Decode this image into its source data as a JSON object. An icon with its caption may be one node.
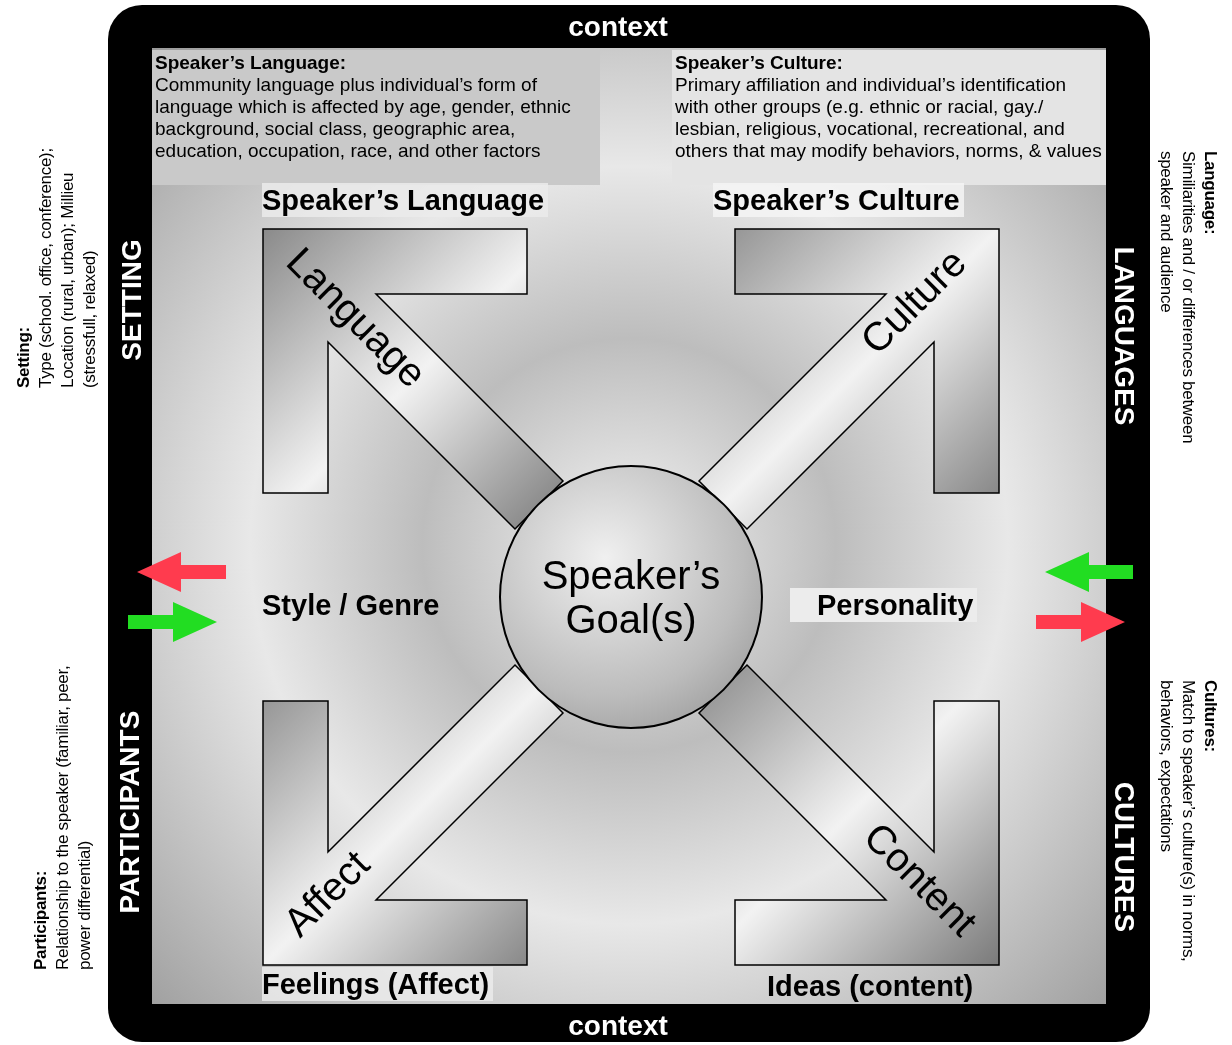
{
  "diagram": {
    "nodes": [
      {
        "text": [
          "context",
          "SETTING",
          "PARTICIPANTS",
          "LANGUAGES",
          "CULTURES",
          "context"
        ]
      },
      {
        "text": [
          "Speaker’s Language:",
          "Community language plus individual’s form of language which is affected by age, gender, ethnic background, social class, geographic area, education, occupation, race, and other factors"
        ],
        "in": 0
      },
      {
        "text": [
          "Speaker’s Culture:",
          "Primary affiliation and individual’s identification with other groups (e.g. ethnic or racial, gay./ lesbian, religious, vocational, recreational, and others that may modify behaviors, norms, & values"
        ],
        "in": 0
      },
      {
        "text": [
          "Language"
        ],
        "in": 0
      },
      {
        "text": [
          "Culture"
        ],
        "in": 0
      },
      {
        "text": [
          "Speaker’s Goal(s)"
        ],
        "in": 0
      },
      {
        "text": [
          "Affect"
        ],
        "in": 0
      },
      {
        "text": [
          "Content"
        ],
        "in": 0
      }
    ],
    "edges": [],
    "labels": [
      "Setting:",
      "Type (school. office, conference); Location (rural, urban); Millieu (stressfull, relaxed)",
      "Participants:",
      "Relationship to the speaker (familiar, peer, power differential)",
      "Language:",
      "Similiarities and / or differences between speaker and audience",
      "Cultures:",
      "Match to speaker’s culture(s) in norms, behaviors, expectations",
      "Speaker’s Language",
      "Speaker’s Culture",
      "Style / Genre",
      "Personality",
      "Feelings (Affect)",
      "Ideas (content)"
    ]
  }
}
